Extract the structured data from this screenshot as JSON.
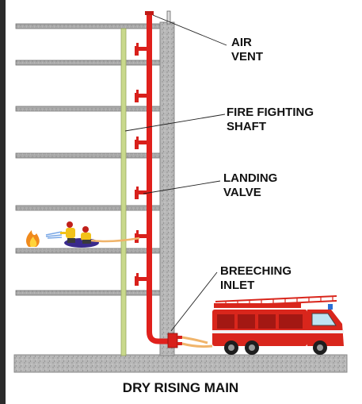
{
  "title": "DRY RISING MAIN",
  "labels": {
    "air_vent": [
      "AIR",
      "VENT"
    ],
    "fire_fighting_shaft": [
      "FIRE FIGHTING",
      "SHAFT"
    ],
    "landing_valve": [
      "LANDING",
      "VALVE"
    ],
    "breeching_inlet": [
      "BREECHING",
      "INLET"
    ]
  },
  "colors": {
    "riser_pipe": "#e0201c",
    "shaft_line": "#c9d98c",
    "concrete": "#b5b5b5",
    "floor_slab": "#a9a9a9",
    "fire_truck": "#d9261c",
    "hose": "#f0b46a",
    "pool": "#3a2a8c"
  },
  "floors": 7,
  "landing_valves": 6
}
